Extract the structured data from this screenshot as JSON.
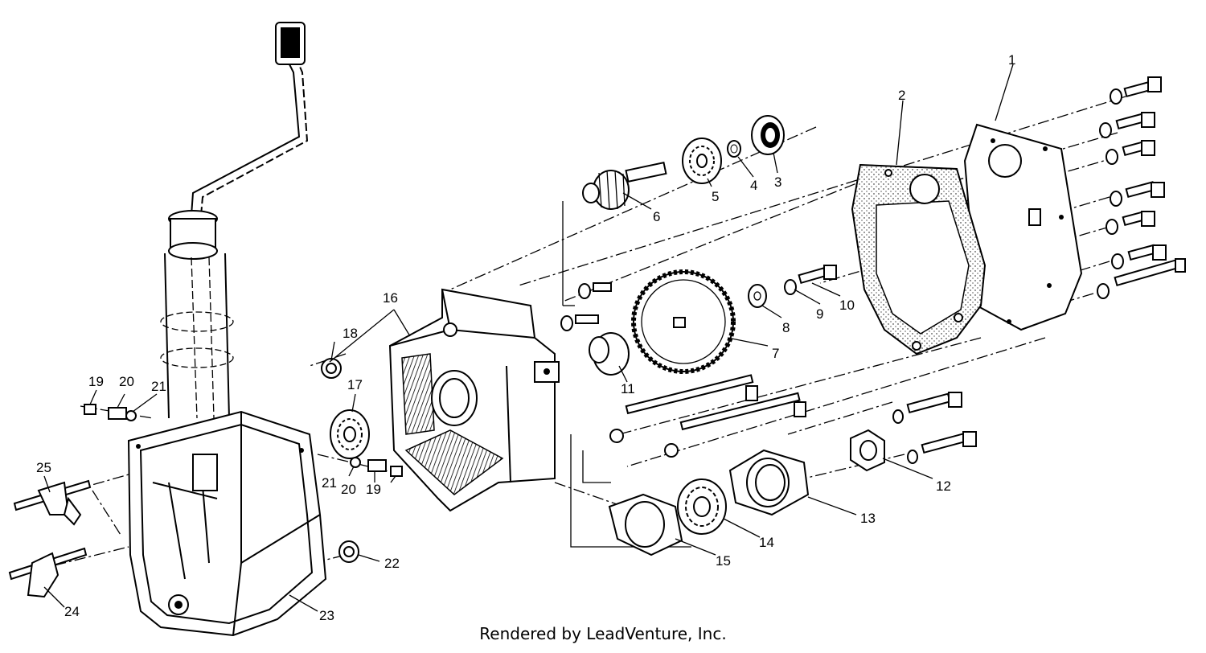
{
  "diagram": {
    "parts": [
      {
        "id": "1",
        "label": "1"
      },
      {
        "id": "2",
        "label": "2"
      },
      {
        "id": "3",
        "label": "3"
      },
      {
        "id": "4",
        "label": "4"
      },
      {
        "id": "5",
        "label": "5"
      },
      {
        "id": "6",
        "label": "6"
      },
      {
        "id": "7",
        "label": "7"
      },
      {
        "id": "8",
        "label": "8"
      },
      {
        "id": "9",
        "label": "9"
      },
      {
        "id": "10",
        "label": "10"
      },
      {
        "id": "11",
        "label": "11"
      },
      {
        "id": "12",
        "label": "12"
      },
      {
        "id": "13",
        "label": "13"
      },
      {
        "id": "14",
        "label": "14"
      },
      {
        "id": "15",
        "label": "15"
      },
      {
        "id": "16",
        "label": "16"
      },
      {
        "id": "17",
        "label": "17"
      },
      {
        "id": "18",
        "label": "18"
      },
      {
        "id": "19a",
        "label": "19"
      },
      {
        "id": "20a",
        "label": "20"
      },
      {
        "id": "21a",
        "label": "21"
      },
      {
        "id": "19b",
        "label": "19"
      },
      {
        "id": "20b",
        "label": "20"
      },
      {
        "id": "21b",
        "label": "21"
      },
      {
        "id": "22",
        "label": "22"
      },
      {
        "id": "23",
        "label": "23"
      },
      {
        "id": "24",
        "label": "24"
      },
      {
        "id": "25",
        "label": "25"
      }
    ]
  },
  "footer": {
    "credit": "Rendered by LeadVenture, Inc."
  }
}
